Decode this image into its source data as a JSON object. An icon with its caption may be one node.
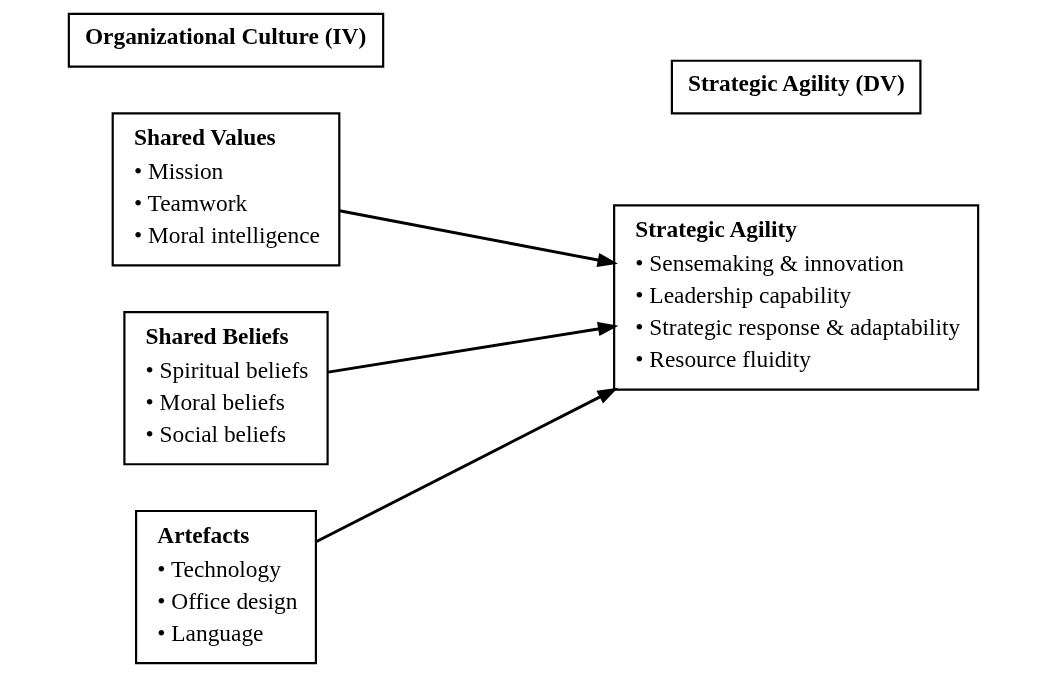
{
  "diagram": {
    "nodes": [
      {
        "text": [
          "Organizational Culture (IV)"
        ]
      },
      {
        "text": [
          "Strategic Agility (DV)"
        ]
      },
      {
        "text": [
          "Shared Values",
          "• Mission",
          "• Teamwork",
          "• Moral intelligence"
        ]
      },
      {
        "text": [
          "Shared Beliefs",
          "• Spiritual beliefs",
          "• Moral beliefs",
          "• Social beliefs"
        ]
      },
      {
        "text": [
          "Artefacts",
          "• Technology",
          "• Office design",
          "• Language"
        ]
      },
      {
        "text": [
          "Strategic Agility",
          "• Sensemaking & innovation",
          "• Leadership capability",
          "• Strategic response & adaptability",
          "• Resource fluidity"
        ]
      }
    ],
    "edges": [
      {
        "from": 2,
        "to": 5,
        "arrow": "to"
      },
      {
        "from": 3,
        "to": 5,
        "arrow": "to"
      },
      {
        "from": 4,
        "to": 5,
        "arrow": "to"
      }
    ]
  }
}
